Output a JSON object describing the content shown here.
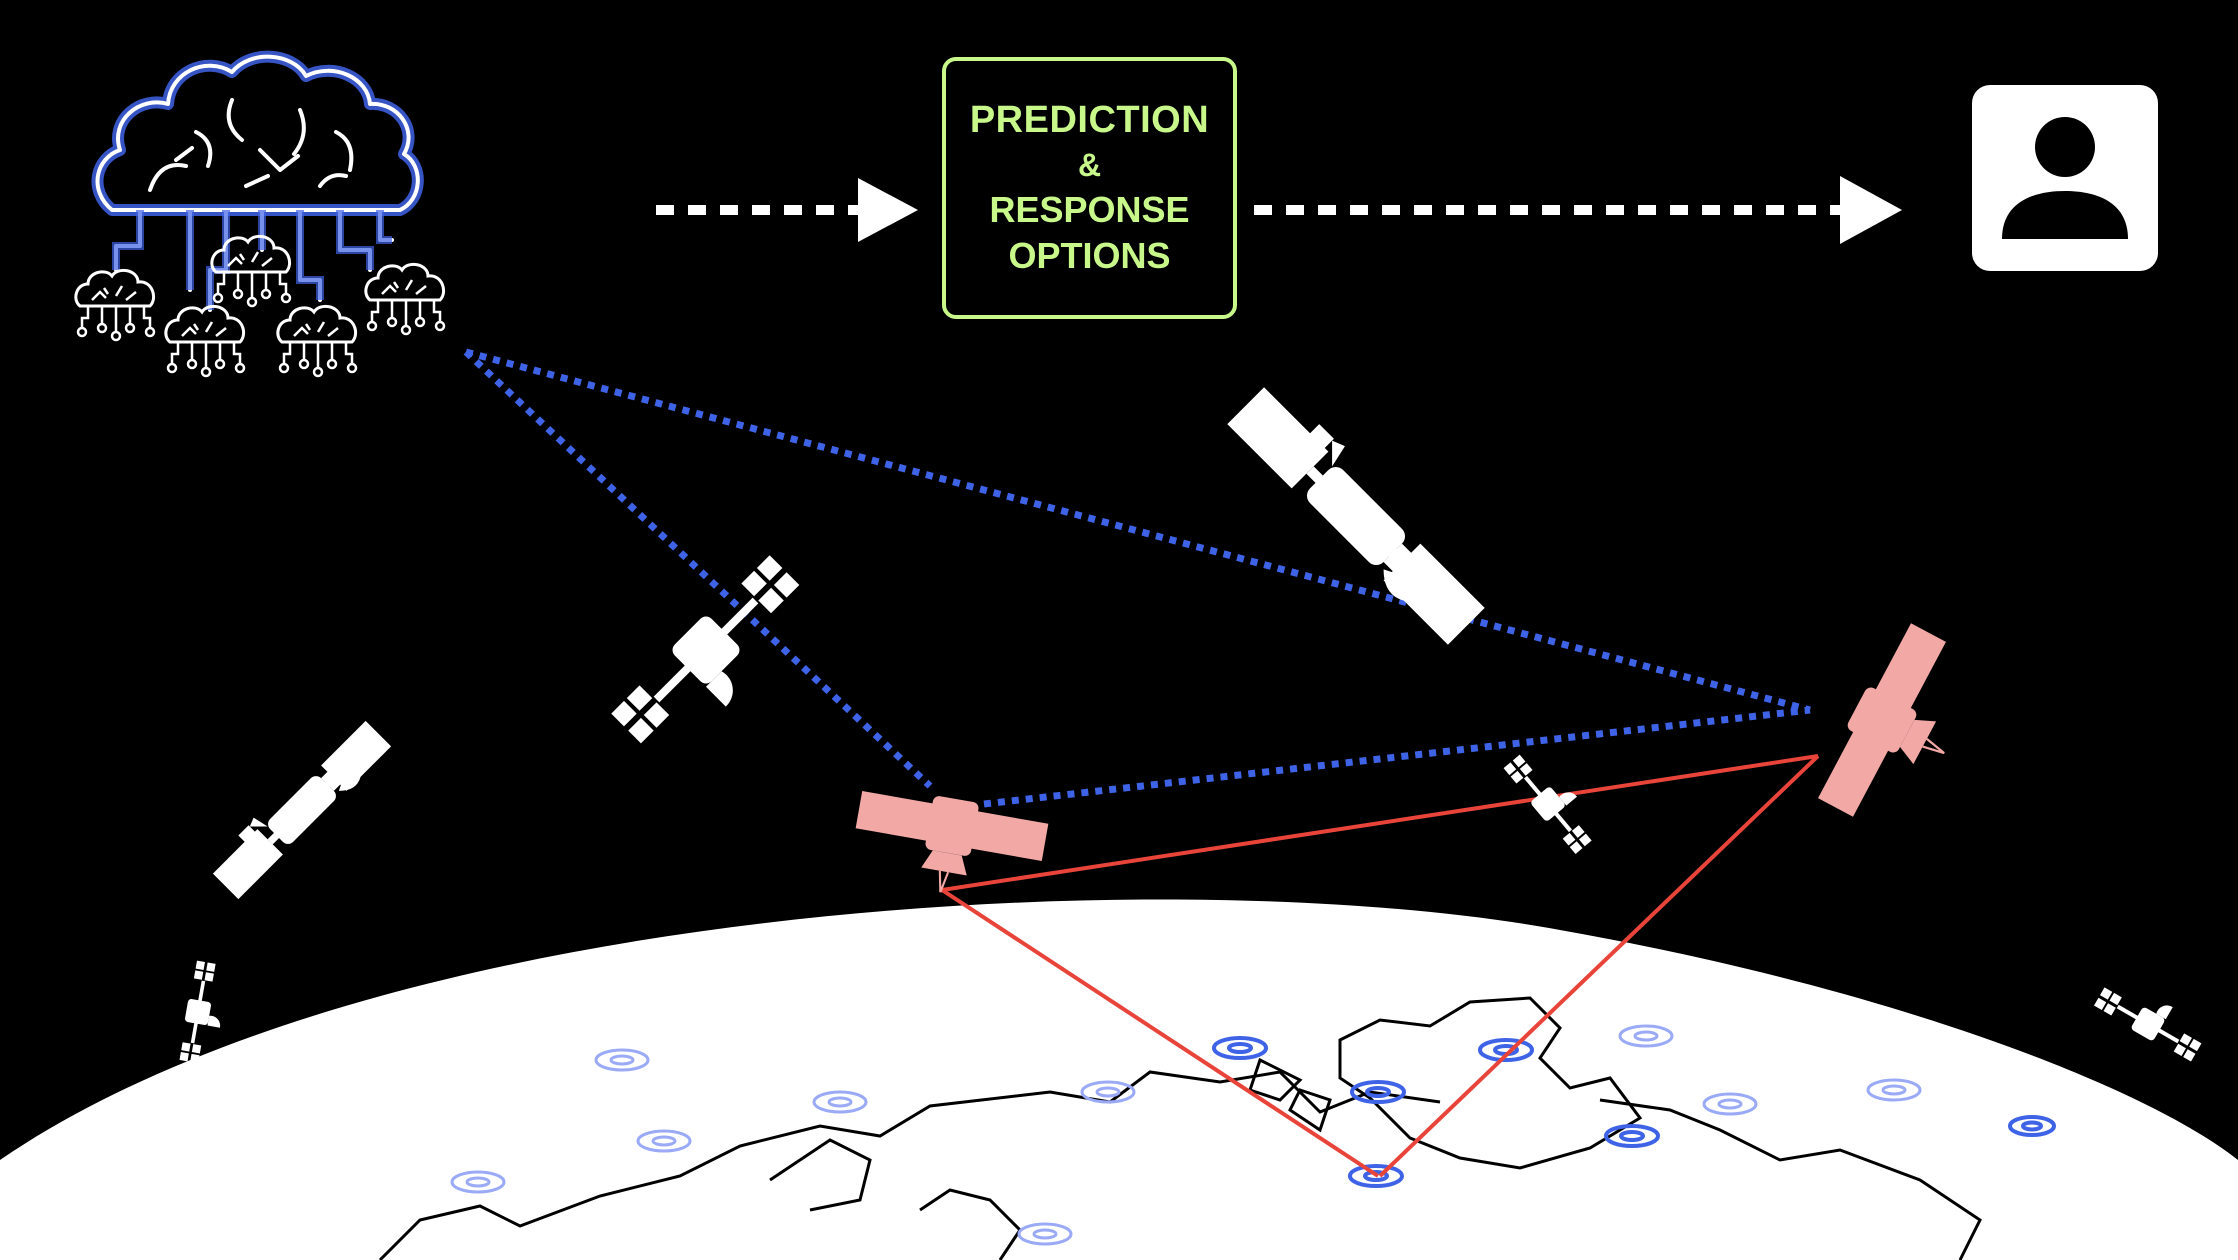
{
  "prediction_box": {
    "line1": "PREDICTION",
    "line2": "&",
    "line3": "RESPONSE",
    "line4": "OPTIONS",
    "color": "#c8f78a"
  },
  "icons": {
    "brain_network": "brain-network-icon",
    "user": "user-icon",
    "satellite": "satellite-icon",
    "earth": "earth-globe"
  },
  "colors": {
    "background": "#000000",
    "link_blue": "#3f63e6",
    "link_red": "#e8443a",
    "active_satellite": "#f2a9a6",
    "ground_station": "#4a6cf0"
  }
}
